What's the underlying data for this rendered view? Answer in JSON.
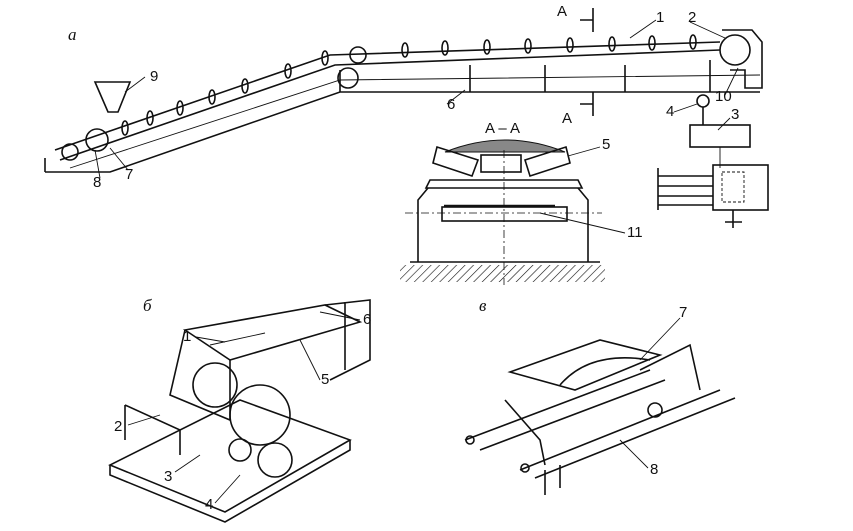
{
  "view_a": {
    "label": "а",
    "section_marks": [
      "A",
      "A"
    ],
    "section_title": "A – A",
    "callouts": [
      "1",
      "2",
      "3",
      "4",
      "5",
      "6",
      "7",
      "8",
      "9",
      "10",
      "11"
    ]
  },
  "view_b": {
    "label": "б",
    "callouts": [
      "1",
      "2",
      "3",
      "4",
      "5",
      "6"
    ]
  },
  "view_c": {
    "label": "в",
    "callouts": [
      "7",
      "8"
    ]
  }
}
